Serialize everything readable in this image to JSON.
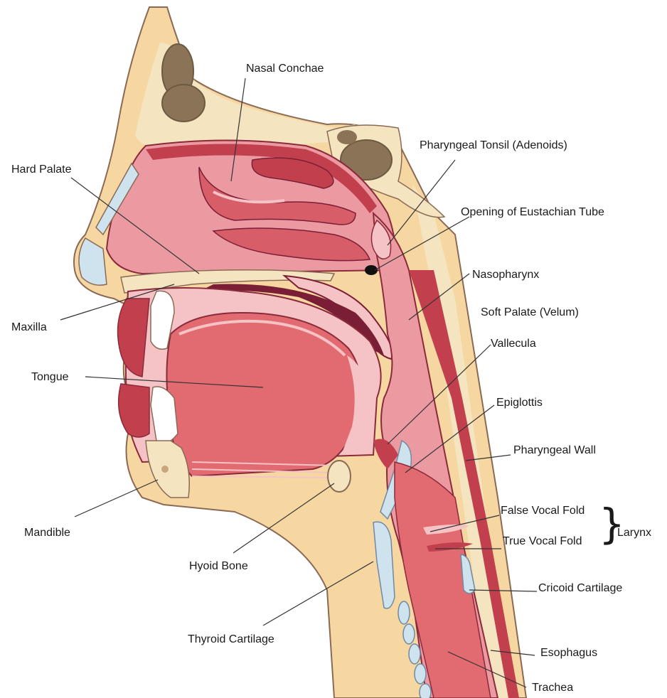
{
  "labels": {
    "nasal_conchae": "Nasal Conchae",
    "pharyngeal_tonsil": "Pharyngeal Tonsil (Adenoids)",
    "hard_palate": "Hard Palate",
    "eustachian_tube": "Opening of Eustachian Tube",
    "nasopharynx": "Nasopharynx",
    "maxilla": "Maxilla",
    "soft_palate": "Soft Palate (Velum)",
    "vallecula": "Vallecula",
    "tongue": "Tongue",
    "epiglottis": "Epiglottis",
    "pharyngeal_wall": "Pharyngeal Wall",
    "false_vocal_fold": "False Vocal Fold",
    "true_vocal_fold": "True Vocal Fold",
    "larynx": "Larynx",
    "mandible": "Mandible",
    "hyoid_bone": "Hyoid Bone",
    "cricoid_cartilage": "Cricoid Cartilage",
    "thyroid_cartilage": "Thyroid Cartilage",
    "esophagus": "Esophagus",
    "trachea": "Trachea"
  },
  "colors": {
    "skin": "#f6d7a2",
    "skin_outline": "#8a6a55",
    "bone": "#f4e4c0",
    "bone_spots": "#c9a77a",
    "sinus": "#8a7356",
    "mucosa": "#ec9aa2",
    "mucosa_light": "#f5c3c5",
    "muscle": "#e26b72",
    "deep_red": "#c2404d",
    "dark": "#7a1e36",
    "cartilage": "#cfe3ef",
    "leader": "#333333"
  }
}
